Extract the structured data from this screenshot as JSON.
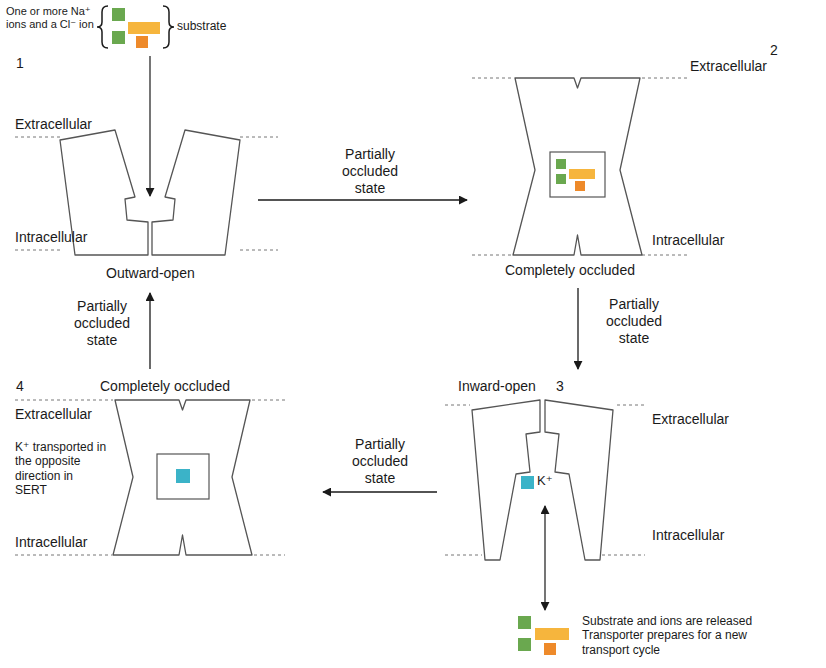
{
  "diagram": {
    "nodes": [
      {
        "text": [
          "Outward-open"
        ]
      },
      {
        "text": [
          "Completely occluded"
        ]
      },
      {
        "text": [
          "Inward-open",
          "K⁺"
        ]
      },
      {
        "text": [
          "Completely occluded"
        ]
      }
    ],
    "edges": [
      {
        "from": 0,
        "to": 1,
        "arrow": "to",
        "label": "Partially occluded state"
      },
      {
        "from": 1,
        "to": 2,
        "arrow": "to",
        "label": "Partially occluded state"
      },
      {
        "from": 2,
        "to": 3,
        "arrow": "to",
        "label": "Partially occluded state"
      },
      {
        "from": 3,
        "to": 0,
        "arrow": "to",
        "label": "Partially occluded state"
      }
    ],
    "labels": [
      "One or more Na⁺ ions and a Cl⁻ ion",
      "substrate",
      "1",
      "Extracellular",
      "Intracellular",
      "2",
      "Extracellular",
      "Intracellular",
      "3",
      "Extracellular",
      "Intracellular",
      "Substrate and ions are released Transporter prepares for a new transport cycle",
      "4",
      "Extracellular",
      "K⁺ transported in the opposite direction in SERT",
      "Intracellular"
    ]
  }
}
